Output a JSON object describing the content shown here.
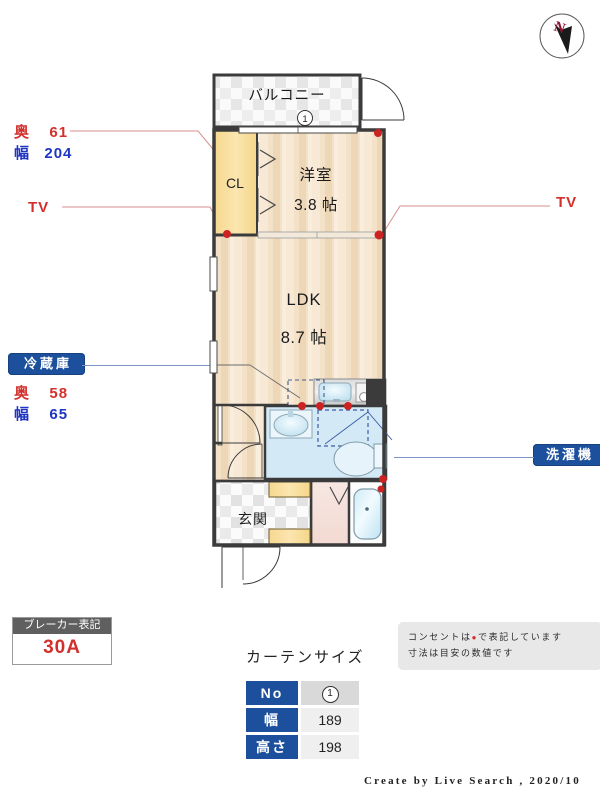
{
  "compass": {
    "north_label": "N"
  },
  "annotations": {
    "closet_depth": {
      "key": "奥",
      "value": "61"
    },
    "closet_width": {
      "key": "幅",
      "value": "204"
    },
    "tv_left": "TV",
    "tv_right": "TV",
    "fridge": {
      "label": "冷蔵庫",
      "depth_key": "奥",
      "depth": "58",
      "width_key": "幅",
      "width": "65"
    },
    "washer": {
      "label": "洗濯機"
    }
  },
  "plan": {
    "balcony": {
      "label": "バルコニー",
      "window_no": "1"
    },
    "closet": {
      "label": "CL"
    },
    "western_room": {
      "label": "洋室",
      "size": "3.8 帖"
    },
    "ldk": {
      "label": "LDK",
      "size": "8.7 帖"
    },
    "entrance": {
      "label": "玄関"
    }
  },
  "breaker": {
    "title": "ブレーカー表記",
    "value": "30A"
  },
  "curtain": {
    "title": "カーテンサイズ",
    "rows": [
      {
        "key": "No",
        "value": "1",
        "is_circle": true
      },
      {
        "key": "幅",
        "value": "189",
        "is_circle": false
      },
      {
        "key": "高さ",
        "value": "198",
        "is_circle": false
      }
    ]
  },
  "note": {
    "line1_pre": "コンセントは",
    "line1_dot": "●",
    "line1_post": "で表記しています",
    "line2": "寸法は目安の数値です"
  },
  "footer": {
    "credit": "Create by Live Search , 2020/10"
  },
  "colors": {
    "wall": "#3b3b3b",
    "floor_wood": "#f2dcc0",
    "closet_yellow": "#f9dfa1",
    "water_blue": "#cfe8f5",
    "toilet_pink": "#f6e0dc",
    "accent_blue": "#1c4f9c",
    "accent_red": "#d2302c",
    "outlet_red": "#cc2222"
  }
}
